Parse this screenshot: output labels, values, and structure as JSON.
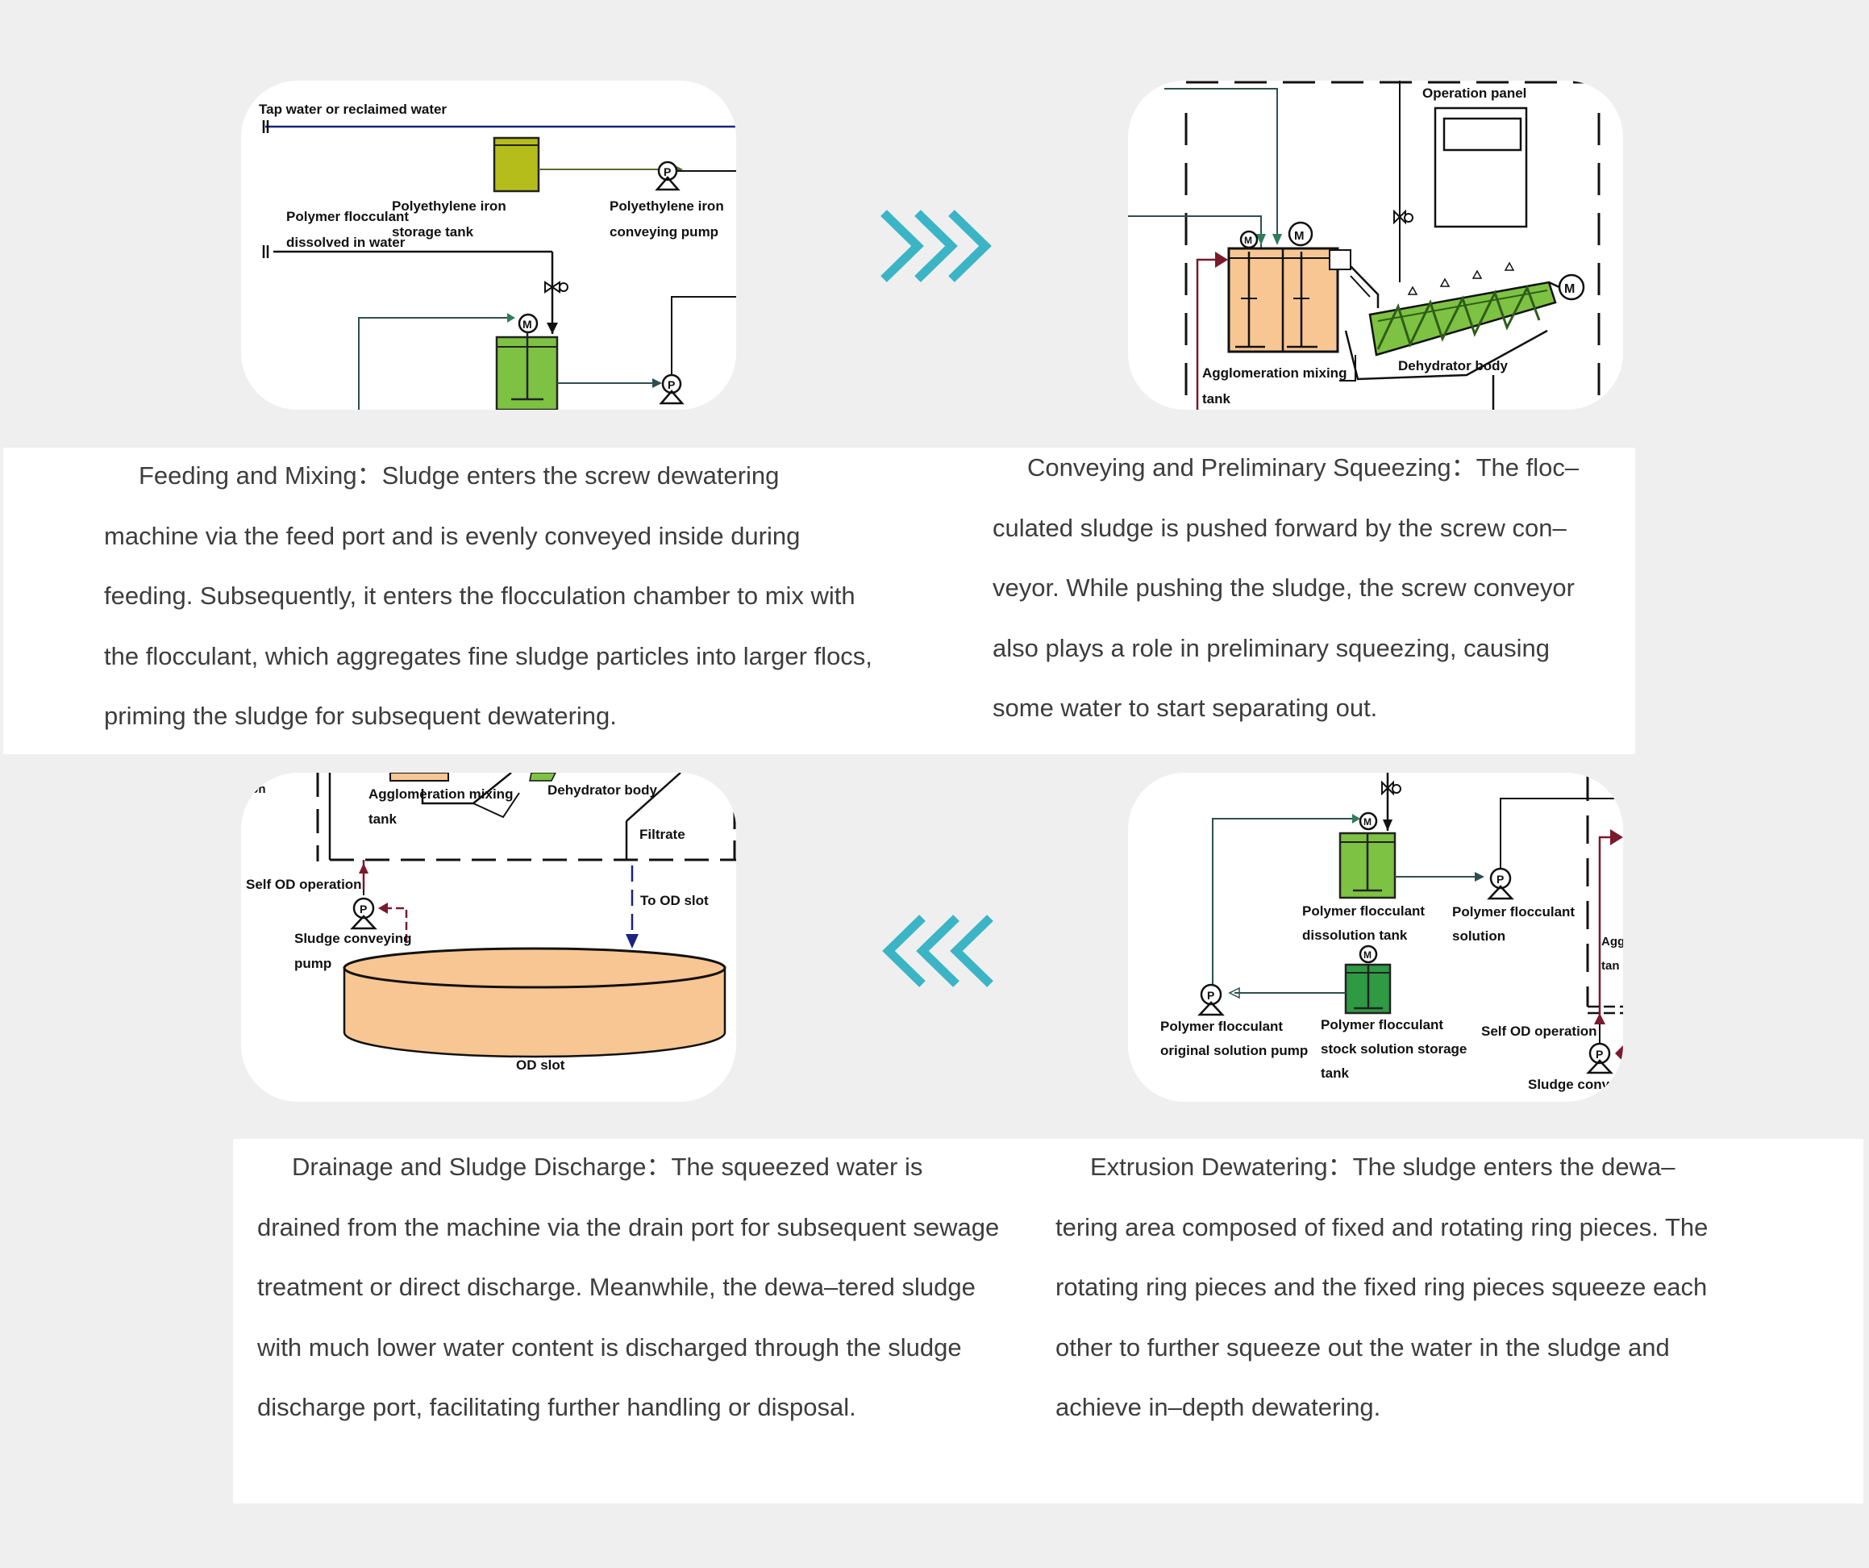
{
  "steps": {
    "feeding": {
      "heading": "Feeding and Mixing",
      "body": "Sludge enters the screw dewatering machine via the feed port and is evenly conveyed inside during feeding. Subsequently, it enters the flocculation chamber to mix with the flocculant, which aggregates fine sludge particles into larger flocs, priming the sludge for subsequent dewatering."
    },
    "conveying": {
      "heading": "Conveying and Preliminary Squeezing",
      "body": "The floc–culated sludge is pushed forward by the screw con–veyor. While pushing the sludge, the screw conveyor also plays a role in preliminary squeezing, causing some water to start separating out."
    },
    "drainage": {
      "heading": "Drainage and Sludge Discharge",
      "body": "The squeezed water is drained from the machine via the drain port for subsequent sewage treatment or direct discharge. Meanwhile, the dewa–tered sludge with much lower water content is discharged through the sludge discharge port, facilitating further handling or disposal."
    },
    "extrusion": {
      "heading": "Extrusion Dewatering",
      "body": "The sludge enters the dewa–tering area composed of fixed and rotating ring pieces. The rotating ring pieces and the fixed ring pieces squeeze each other to further squeeze out the water in the sludge and achieve in–depth dewatering."
    }
  },
  "separator": "：",
  "diagram1": {
    "tap_water": "Tap water or reclaimed water",
    "pe_tank_l1": "Polyethylene iron",
    "pe_tank_l2": "storage tank",
    "pe_pump_l1": "Polyethylene iron",
    "pe_pump_l2": "conveying pump",
    "polymer_l1": "Polymer flocculant",
    "polymer_l2": "dissolved in water",
    "m": "M",
    "p": "P"
  },
  "diagram2": {
    "panel": "Operation panel",
    "mix_l1": "Agglomeration mixing",
    "mix_l2": "tank",
    "body": "Dehydrator body",
    "m": "M"
  },
  "diagram3": {
    "cut": "ion",
    "mix_l1": "Agglomeration mixing",
    "mix_l2": "tank",
    "body": "Dehydrator body",
    "filtrate": "Filtrate",
    "self_od": "Self OD operation",
    "pump_l1": "Sludge conveying",
    "pump_l2": "pump",
    "to_od": "To OD slot",
    "od_slot": "OD slot",
    "p": "P"
  },
  "diagram4": {
    "diss_l1": "Polymer flocculant",
    "diss_l2": "dissolution tank",
    "sol_l1": "Polymer flocculant",
    "sol_l2": "solution",
    "orig_l1": "Polymer flocculant",
    "orig_l2": "original solution pump",
    "stock_l1": "Polymer flocculant",
    "stock_l2": "stock solution storage",
    "stock_l3": "tank",
    "self_od": "Self OD operation",
    "agg_cut": "Agg",
    "tan_cut": "tan",
    "conv_cut": "Sludge conve",
    "m": "M",
    "p": "P"
  },
  "colors": {
    "accent": "#3bb5c6",
    "olive_tank": "#b5bd1a",
    "green_tank": "#7dc242",
    "dark_green_tank": "#2e9a44",
    "sludge": "#f7c692",
    "arrow_red": "#7a1a2a"
  }
}
